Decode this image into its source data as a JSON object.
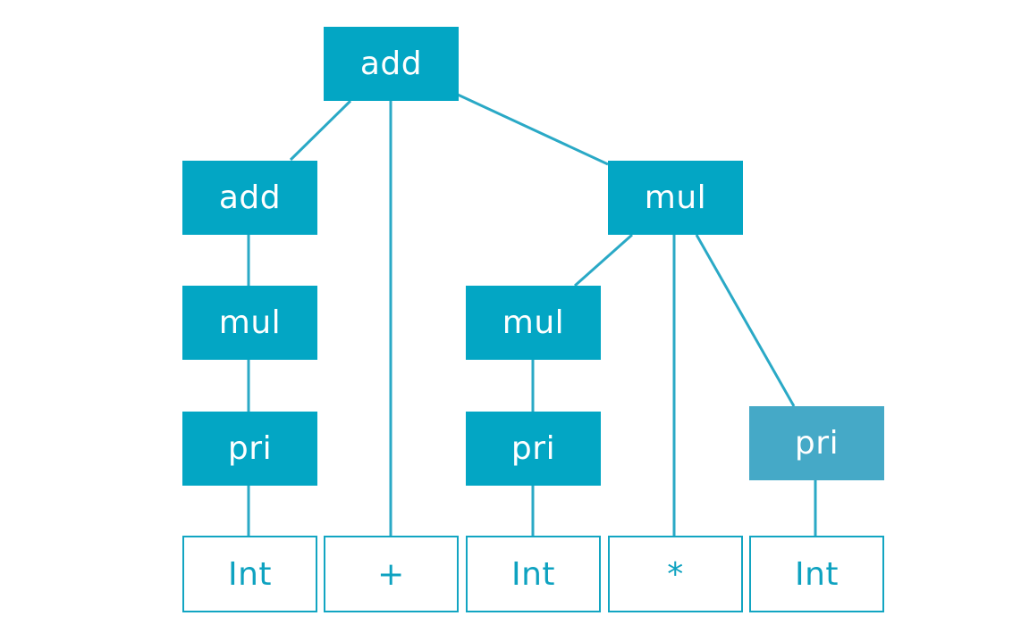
{
  "colors": {
    "node_fill": "#03a6c4",
    "node_fill_alt": "#45a9c7",
    "leaf_border": "#12a5c2",
    "leaf_text": "#0ea2c0",
    "edge": "#2aa9c6"
  },
  "nodes": {
    "root_add": "add",
    "left_add": "add",
    "left_mul": "mul",
    "left_pri": "pri",
    "right_mul": "mul",
    "inner_mul": "mul",
    "inner_pri": "pri",
    "right_pri": "pri"
  },
  "leaves": [
    "Int",
    "+",
    "Int",
    "*",
    "Int"
  ]
}
